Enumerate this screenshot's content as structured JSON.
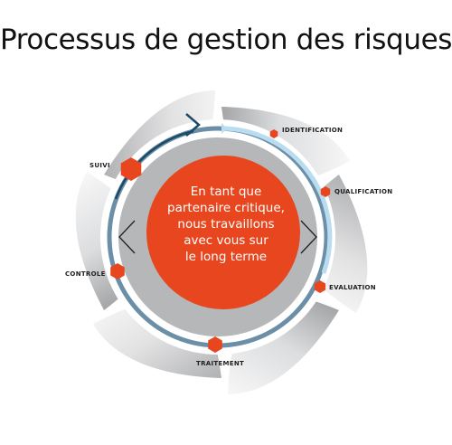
{
  "title": "Processus de gestion des risques",
  "center": {
    "lines": [
      "En tant que",
      "partenaire critique,",
      "nous travaillons",
      "avec vous sur",
      "le long terme"
    ]
  },
  "steps": [
    {
      "label": "IDENTIFICATION"
    },
    {
      "label": "QUALIFICATION"
    },
    {
      "label": "EVALUATION"
    },
    {
      "label": "TRAITEMENT"
    },
    {
      "label": "CONTROLE"
    },
    {
      "label": "SUIVI"
    }
  ],
  "colors": {
    "accent": "#e8461e",
    "ring": "#6a8fa7",
    "ring_highlight": "#b9dcf1",
    "arrow": "#1d4a66",
    "hub": "#b5b7b9",
    "petal_dark": "#a9aaac",
    "petal_light": "#f6f6f6"
  },
  "icons": [
    "chevron-left-icon",
    "chevron-right-icon",
    "arrow-right-icon",
    "hexagon-marker-icon"
  ]
}
